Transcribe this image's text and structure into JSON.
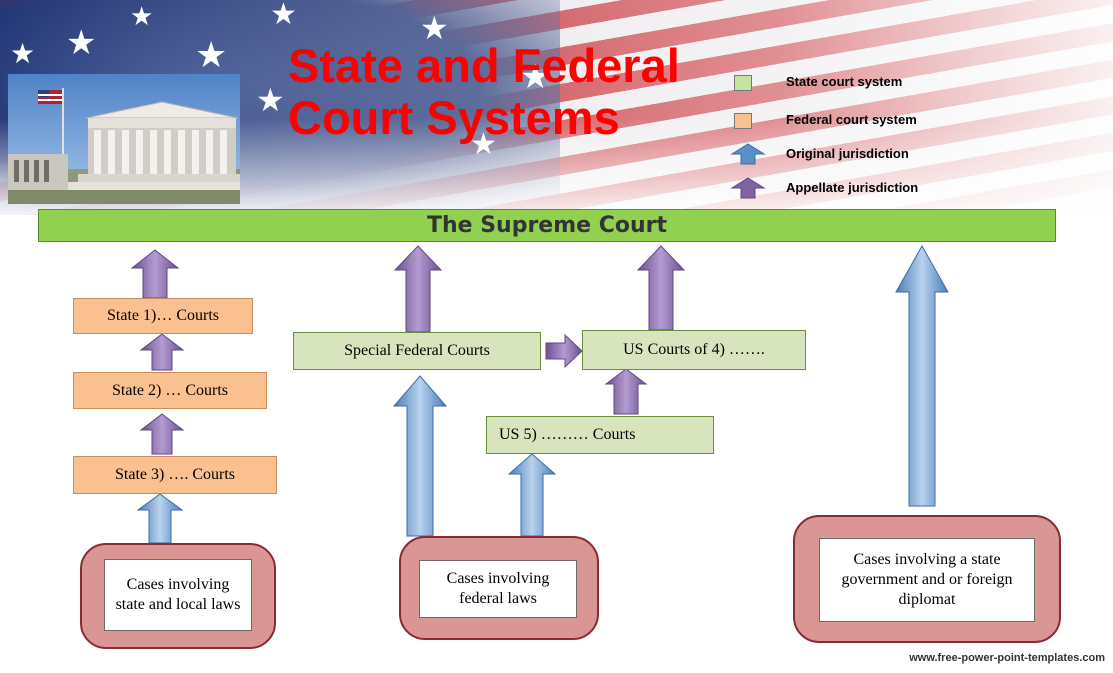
{
  "title": "State and Federal Court Systems",
  "legend": [
    {
      "label": "State court system",
      "color": "#c4e3a3",
      "kind": "swatch"
    },
    {
      "label": "Federal court system",
      "color": "#fac090",
      "kind": "swatch"
    },
    {
      "label": "Original jurisdiction",
      "color": "#5b8fc9",
      "kind": "blue-arrow"
    },
    {
      "label": "Appellate jurisdiction",
      "color": "#8064a2",
      "kind": "purple-arrow"
    }
  ],
  "supreme_court": "The Supreme Court",
  "state_courts": [
    "State 1)… Courts",
    "State 2) … Courts",
    "State 3) …. Courts"
  ],
  "federal_courts": {
    "special": "Special Federal Courts",
    "courts_of": "US Courts of 4) …….",
    "us5": "US 5) ……… Courts"
  },
  "cases": {
    "state": "Cases involving state and local laws",
    "federal": "Cases involving federal laws",
    "diplomat": "Cases involving a state government and or foreign diplomat"
  },
  "colors": {
    "title_red": "#ff0000",
    "supreme_green": "#92d050",
    "state_box": "#fac090",
    "federal_box": "#d7e4bd",
    "case_frame": "#d99694",
    "arrow_blue": "#5b8fc9",
    "arrow_purple": "#8064a2"
  },
  "watermark": "www.free-power-point-templates.com"
}
